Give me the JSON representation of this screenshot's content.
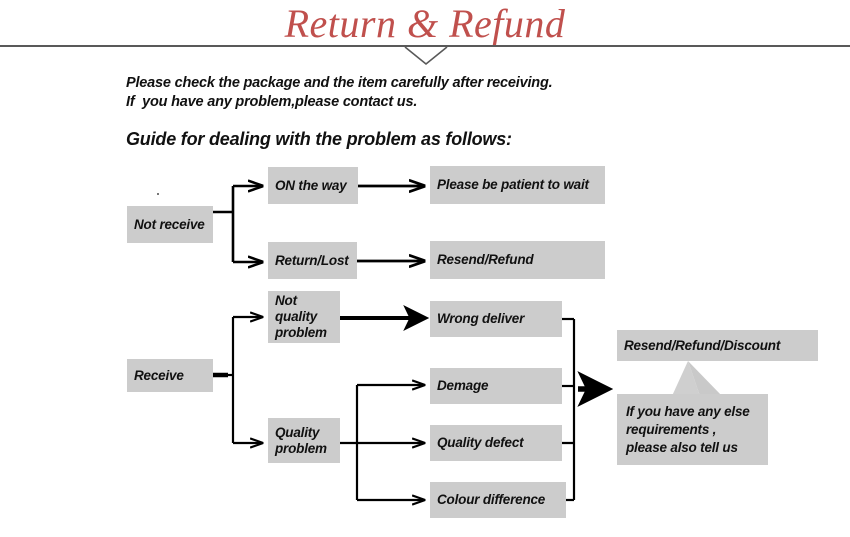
{
  "header": {
    "title": "Return & Refund",
    "title_color": "#c0504d",
    "rule_color": "#595959",
    "divider_icon": "chevron-down-icon"
  },
  "intro": {
    "text": "Please check the package and the item carefully after receiving.\nIf  you have any problem,please contact us."
  },
  "guide": {
    "heading": "Guide for dealing with the problem as follows:"
  },
  "flowchart": {
    "box_fill": "#cccccc",
    "line_color": "#000000",
    "nodes": {
      "not_receive": "Not receive",
      "on_the_way": "ON the way",
      "please_wait": "Please be patient to wait",
      "return_lost": "Return/Lost",
      "resend_refund": "Resend/Refund",
      "receive": "Receive",
      "not_quality_problem": "Not\nquality\nproblem",
      "quality_problem": "Quality\nproblem",
      "wrong_deliver": "Wrong deliver",
      "demage": "Demage",
      "quality_defect": "Quality defect",
      "colour_difference": "Colour difference",
      "resend_refund_discount": "Resend/Refund/Discount",
      "any_else_requirements": "If you have any else\n requirements ,\nplease also tell us"
    }
  }
}
